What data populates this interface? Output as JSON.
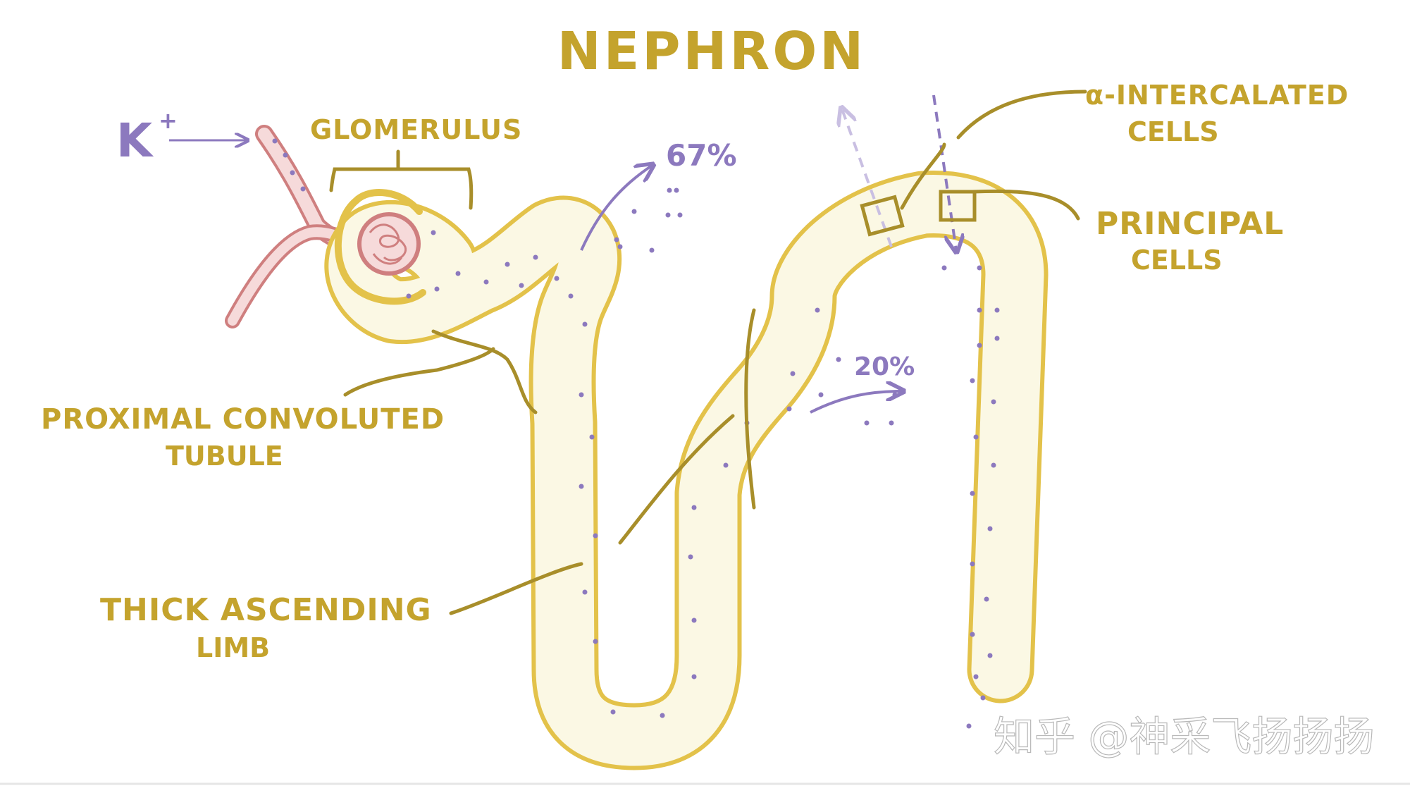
{
  "diagram": {
    "title": "NEPHRON",
    "labels": {
      "k_plus": "K",
      "k_plus_sup": "+",
      "glomerulus": "GLOMERULUS",
      "proximal_line1": "PROXIMAL CONVOLUTED",
      "proximal_line2": "TUBULE",
      "thick_line1": "THICK ASCENDING",
      "thick_line2": "LIMB",
      "alpha_line1": "α-INTERCALATED",
      "alpha_line2": "CELLS",
      "principal_line1": "PRINCIPAL",
      "principal_line2": "CELLS"
    },
    "percentages": {
      "proximal": "67%",
      "loop": "20%"
    }
  },
  "watermark": {
    "text": "知乎 @神采飞扬扬扬"
  },
  "colors": {
    "tubule_outline": "#e3c24a",
    "tubule_fill": "#fbf8e4",
    "label_gold": "#c4a32d",
    "pointer_gold": "#a88e2a",
    "potassium_purple": "#8c79be",
    "vessel_red": "#cf7f7f",
    "vessel_fill": "#f6dada"
  },
  "icons": [
    "arrow-icon",
    "cell-box-icon"
  ]
}
